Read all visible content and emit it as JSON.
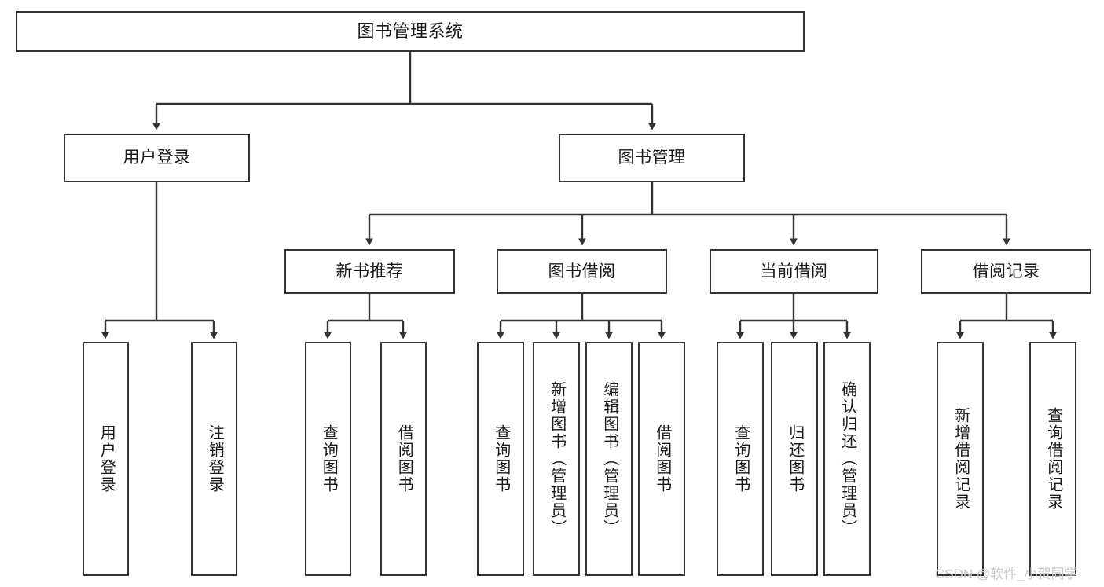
{
  "diagram": {
    "title": "图书管理系统",
    "watermark": "CSDN @软件_小贺同学",
    "type": "tree",
    "line_color": "#333333",
    "box_border_color": "#333333",
    "box_fill_color": "#ffffff",
    "text_color": "#1a1a1a",
    "root": {
      "label": "图书管理系统"
    },
    "level1": [
      {
        "label": "用户登录"
      },
      {
        "label": "图书管理"
      }
    ],
    "level2": [
      {
        "label": "新书推荐"
      },
      {
        "label": "图书借阅"
      },
      {
        "label": "当前借阅"
      },
      {
        "label": "借阅记录"
      }
    ],
    "leaves": {
      "user_login": [
        {
          "label": "用户登录"
        },
        {
          "label": "注销登录"
        }
      ],
      "new_book_recommend": [
        {
          "label": "查询图书"
        },
        {
          "label": "借阅图书"
        }
      ],
      "book_borrow": [
        {
          "label": "查询图书"
        },
        {
          "label": "新增图书（管理员）"
        },
        {
          "label": "编辑图书（管理员）"
        },
        {
          "label": "借阅图书"
        }
      ],
      "current_borrow": [
        {
          "label": "查询图书"
        },
        {
          "label": "归还图书"
        },
        {
          "label": "确认归还（管理员）"
        }
      ],
      "borrow_record": [
        {
          "label": "新增借阅记录"
        },
        {
          "label": "查询借阅记录"
        }
      ]
    }
  }
}
